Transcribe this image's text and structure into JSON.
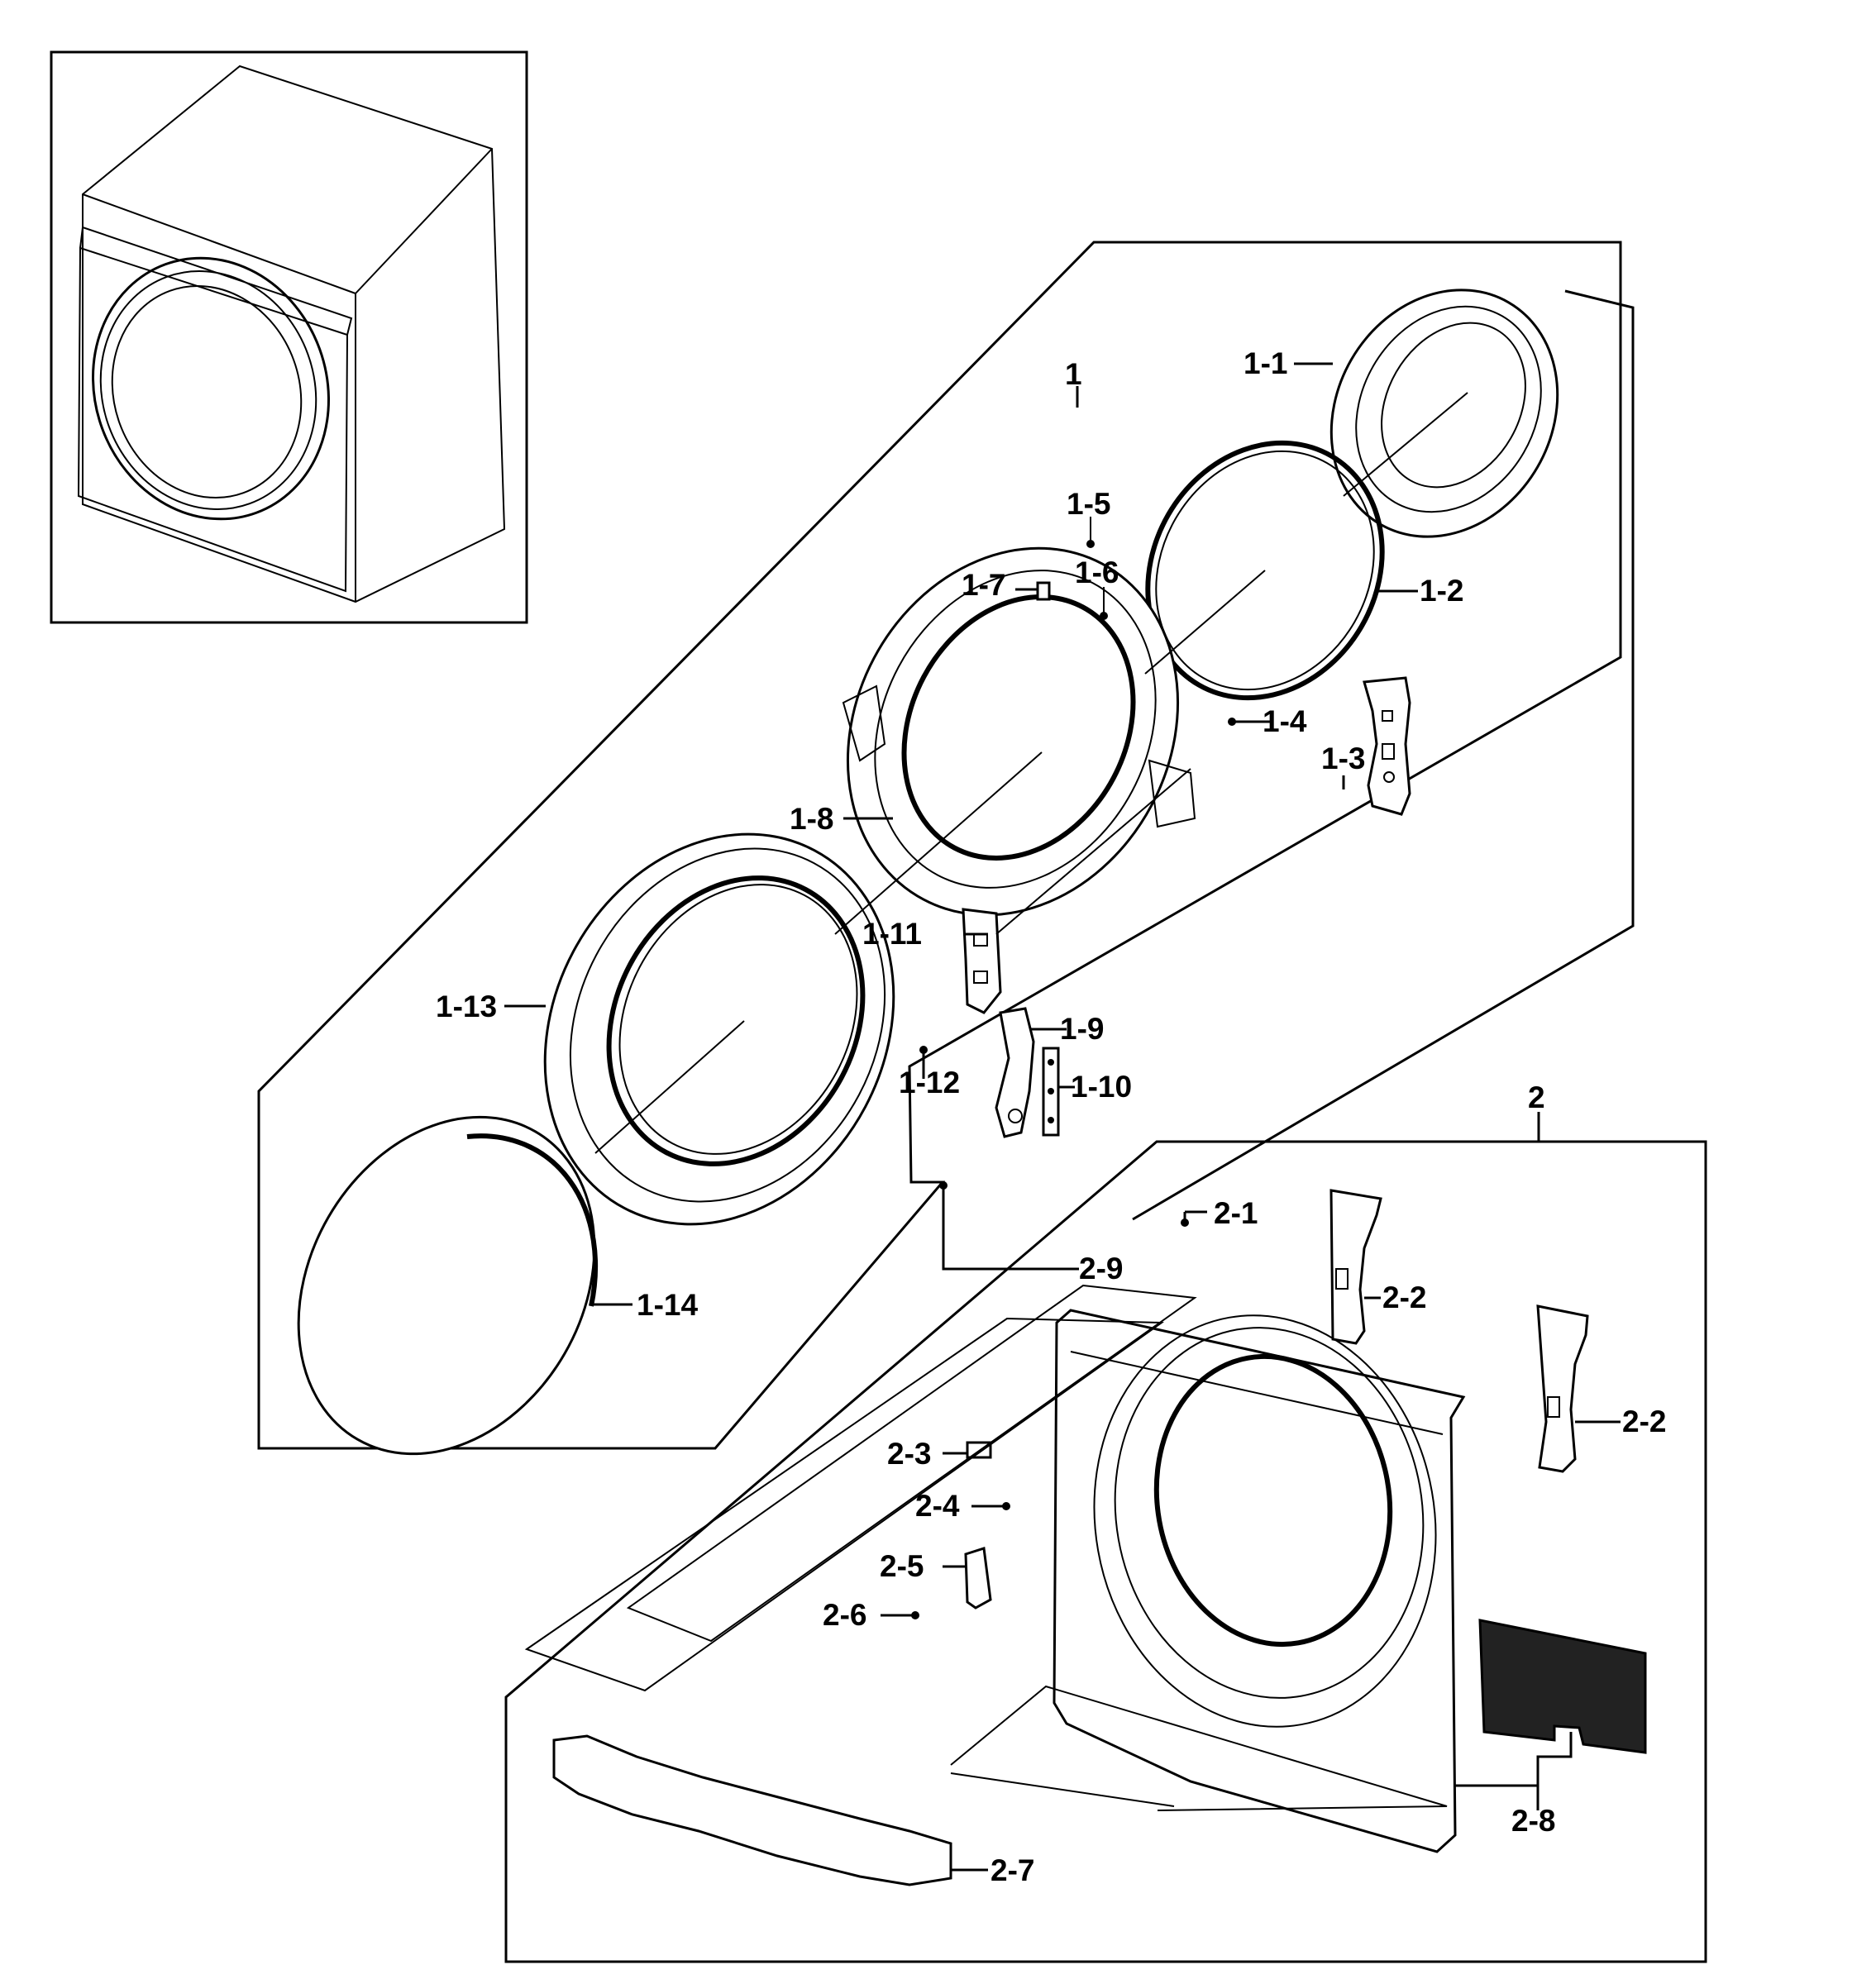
{
  "diagram": {
    "groups": [
      {
        "id": "1",
        "label": "1",
        "parts": [
          {
            "id": "1-1",
            "label": "1-1"
          },
          {
            "id": "1-2",
            "label": "1-2"
          },
          {
            "id": "1-3",
            "label": "1-3"
          },
          {
            "id": "1-4",
            "label": "1-4"
          },
          {
            "id": "1-5",
            "label": "1-5"
          },
          {
            "id": "1-6",
            "label": "1-6"
          },
          {
            "id": "1-7",
            "label": "1-7"
          },
          {
            "id": "1-8",
            "label": "1-8"
          },
          {
            "id": "1-9",
            "label": "1-9"
          },
          {
            "id": "1-10",
            "label": "1-10"
          },
          {
            "id": "1-11",
            "label": "1-11"
          },
          {
            "id": "1-12",
            "label": "1-12"
          },
          {
            "id": "1-13",
            "label": "1-13"
          },
          {
            "id": "1-14",
            "label": "1-14"
          }
        ]
      },
      {
        "id": "2",
        "label": "2",
        "parts": [
          {
            "id": "2-1",
            "label": "2-1"
          },
          {
            "id": "2-2a",
            "label": "2-2"
          },
          {
            "id": "2-2b",
            "label": "2-2"
          },
          {
            "id": "2-3",
            "label": "2-3"
          },
          {
            "id": "2-4",
            "label": "2-4"
          },
          {
            "id": "2-5",
            "label": "2-5"
          },
          {
            "id": "2-6",
            "label": "2-6"
          },
          {
            "id": "2-7",
            "label": "2-7"
          },
          {
            "id": "2-8",
            "label": "2-8"
          },
          {
            "id": "2-9",
            "label": "2-9"
          }
        ]
      }
    ]
  }
}
